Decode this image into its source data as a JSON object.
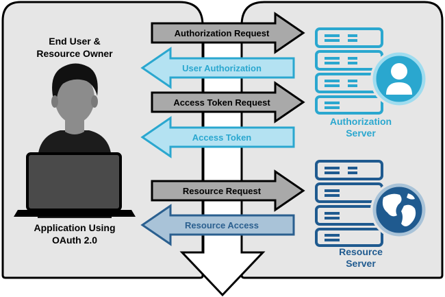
{
  "client": {
    "top_label_line1": "End User &",
    "top_label_line2": "Resource Owner",
    "bottom_label_line1": "Application Using",
    "bottom_label_line2": "OAuth 2.0"
  },
  "flows": [
    {
      "label": "Authorization Request",
      "direction": "right",
      "style": "gray"
    },
    {
      "label": "User Authorization",
      "direction": "left",
      "style": "light-blue"
    },
    {
      "label": "Access Token Request",
      "direction": "right",
      "style": "gray"
    },
    {
      "label": "Access Token",
      "direction": "left",
      "style": "light-blue"
    },
    {
      "label": "Resource Request",
      "direction": "right",
      "style": "gray"
    },
    {
      "label": "Resource Access",
      "direction": "left",
      "style": "steel-blue"
    }
  ],
  "servers": {
    "authorization": {
      "line1": "Authorization",
      "line2": "Server",
      "color": "#2aa7cf",
      "badge_icon": "user-icon"
    },
    "resource": {
      "line1": "Resource",
      "line2": "Server",
      "color": "#1f5a8f",
      "badge_icon": "globe-icon"
    }
  },
  "colors": {
    "panel": "#e6e6e6",
    "gray_arrow": "#a9a9a9",
    "light_blue_arrow": "#b4e2f2",
    "light_blue_text": "#2aa7cf",
    "steel_blue_arrow": "#a9c3d8",
    "steel_blue_text": "#2a5f8f",
    "auth_server": "#2aa7cf",
    "resource_server": "#1f5a8f"
  }
}
